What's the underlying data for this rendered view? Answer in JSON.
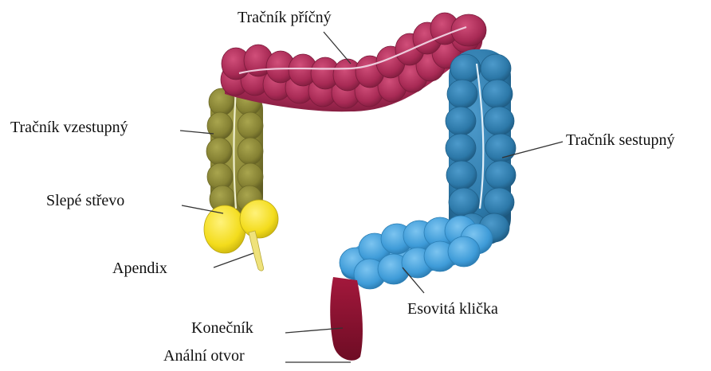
{
  "diagram": {
    "labels": {
      "transverse": "Tračník příčný",
      "ascending": "Tračník vzestupný",
      "descending": "Tračník sestupný",
      "cecum": "Slepé střevo",
      "appendix": "Apendix",
      "sigmoid": "Esovitá klička",
      "rectum": "Konečník",
      "anus": "Anální otvor"
    },
    "colors": {
      "transverse": "#b8305e",
      "ascending": "#8f8b36",
      "descending": "#2f80b2",
      "cecum": "#f5e12a",
      "sigmoid": "#45a4de",
      "rectum": "#8e1230"
    }
  }
}
